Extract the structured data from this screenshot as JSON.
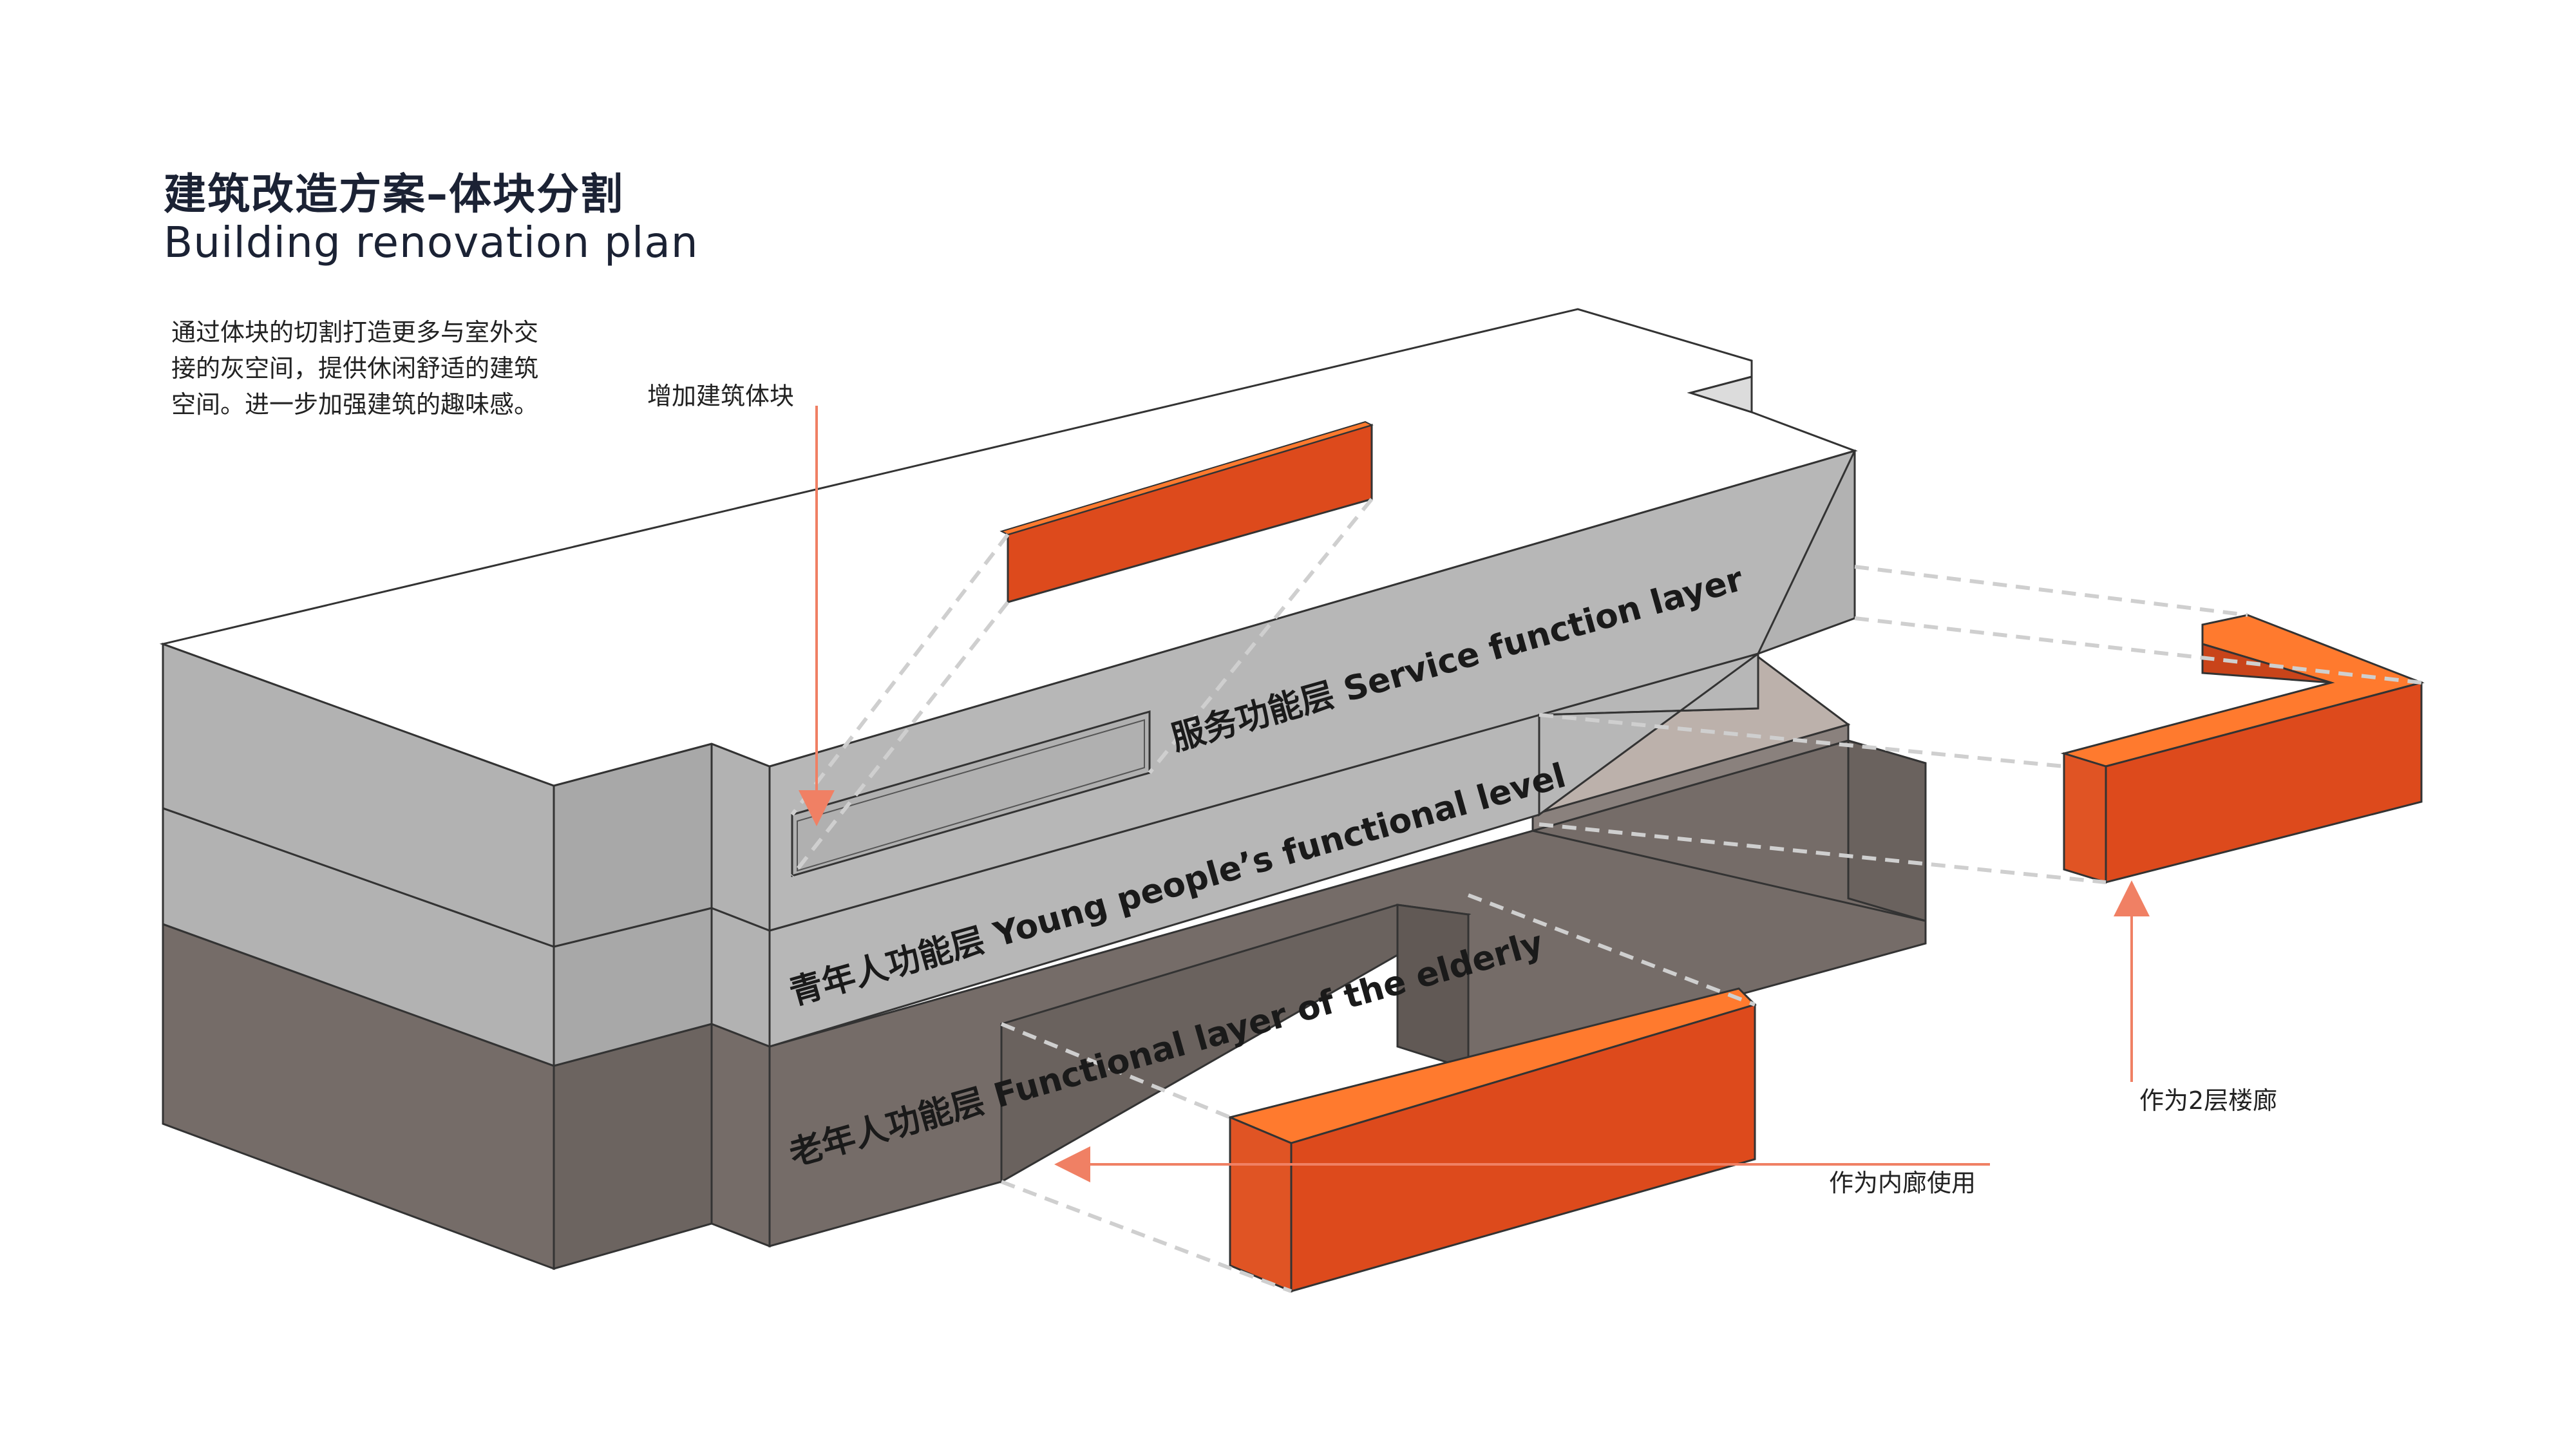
{
  "title": {
    "cn": "建筑改造方案–体块分割",
    "en": "Building renovation plan"
  },
  "description": [
    "通过体块的切割打造更多与室外交",
    "接的灰空间，提供休闲舒适的建筑",
    "空间。进一步加强建筑的趣味感。"
  ],
  "annotations": {
    "add_block": "增加建筑体块",
    "second_floor_corridor": "作为2层楼廊",
    "inner_corridor": "作为内廊使用"
  },
  "layers": {
    "service": "服务功能层  Service function layer",
    "young": "青年人功能层  Young people’s functional level",
    "elderly": "老年人功能层  Functional layer of the elderly"
  },
  "colors": {
    "accent_orange": "#dd4a1c",
    "accent_orange_light": "#ff7a2e",
    "gray_light": "#b5b5b5",
    "gray_dark": "#746b67",
    "roof": "#ffffff",
    "line": "#333333",
    "arrow": "#f08064"
  }
}
